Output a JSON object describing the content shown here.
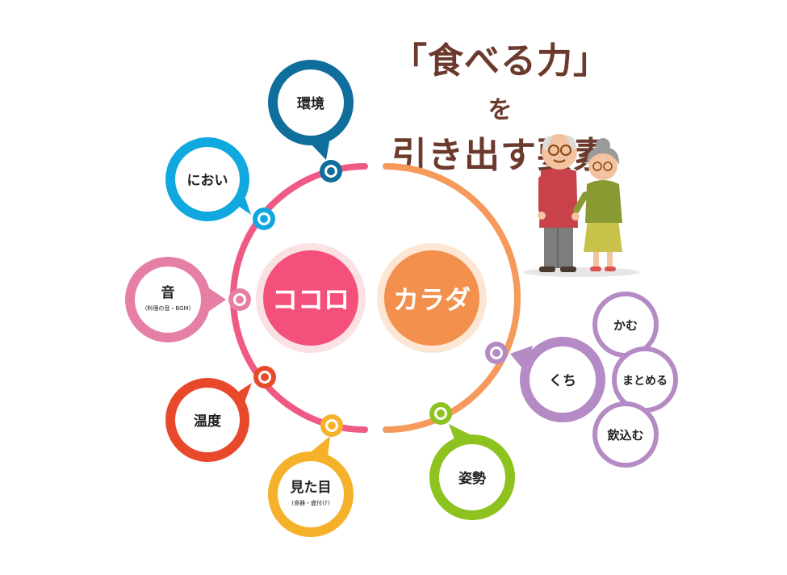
{
  "title": {
    "line1_main": "「食べる力」",
    "line1_tail": "を",
    "line2": "引き出す要素"
  },
  "hubs": {
    "kokoro": "ココロ",
    "karada": "カラダ"
  },
  "factors": {
    "kankyo": "環境",
    "nioi": "におい",
    "oto": "音",
    "oto_sub": "(料理の音・BGM)",
    "ondo": "温度",
    "mitame": "見た目",
    "mitame_sub": "(食器・盛付け)",
    "kuchi": "くち",
    "shisei": "姿勢"
  },
  "mouth_actions": {
    "kamu": "かむ",
    "matomeru": "まとめる",
    "nomikomu": "飲込む"
  },
  "colors": {
    "kokoro_arc": "#ef5a85",
    "karada_arc": "#f59a5b",
    "kokoro_hub": "#f4507c",
    "karada_hub": "#f4904d",
    "kankyo": "#0f6e9c",
    "nioi": "#11a8e0",
    "oto": "#e57fa6",
    "ondo": "#e8492a",
    "mitame": "#f6b12a",
    "kuchi": "#b58bc5",
    "shisei": "#8dc21f",
    "title": "#6b3a2c"
  },
  "icons": {
    "illustration": "elderly-couple-icon"
  }
}
